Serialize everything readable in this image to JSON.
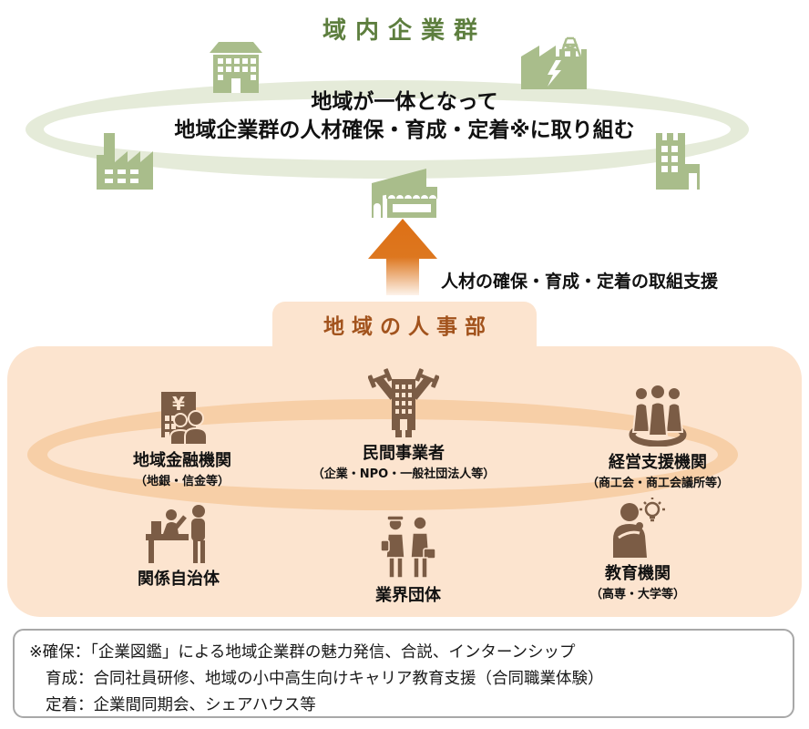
{
  "network": {
    "title": "域内企業群",
    "goal_line1": "地域が一体となって",
    "goal_line2": "地域企業群の人材確保・育成・定着※に取り組む"
  },
  "support": {
    "arrow_label": "人材の確保・育成・定着の取組支援"
  },
  "hr_dept": {
    "title": "地域の人事部",
    "members": [
      {
        "name": "地域金融機関",
        "sub": "（地銀・信金等）"
      },
      {
        "name": "民間事業者",
        "sub": "（企業・NPO・一般社団法人等）"
      },
      {
        "name": "経営支援機関",
        "sub": "（商工会・商工会議所等）"
      },
      {
        "name": "関係自治体",
        "sub": ""
      },
      {
        "name": "業界団体",
        "sub": ""
      },
      {
        "name": "教育機関",
        "sub": "（高専・大学等）"
      }
    ]
  },
  "footnote": {
    "line1": "※確保：「企業図鑑」による地域企業群の魅力発信、合説、インターンシップ",
    "line2": "育成：合同社員研修、地域の小中高生向けキャリア教育支援（合同職業体験）",
    "line3": "定着：企業間同期会、シェアハウス等"
  },
  "colors": {
    "green_text": "#5d7e3e",
    "green_icon": "#a9bd8b",
    "green_ring": "#e5ebd9",
    "orange_arrow": "#dd6f15",
    "peach_bg": "#fce4cf",
    "peach_ring": "#f7cfa7",
    "hr_title_text": "#a2531d",
    "brown_icon": "#7b5c45"
  }
}
